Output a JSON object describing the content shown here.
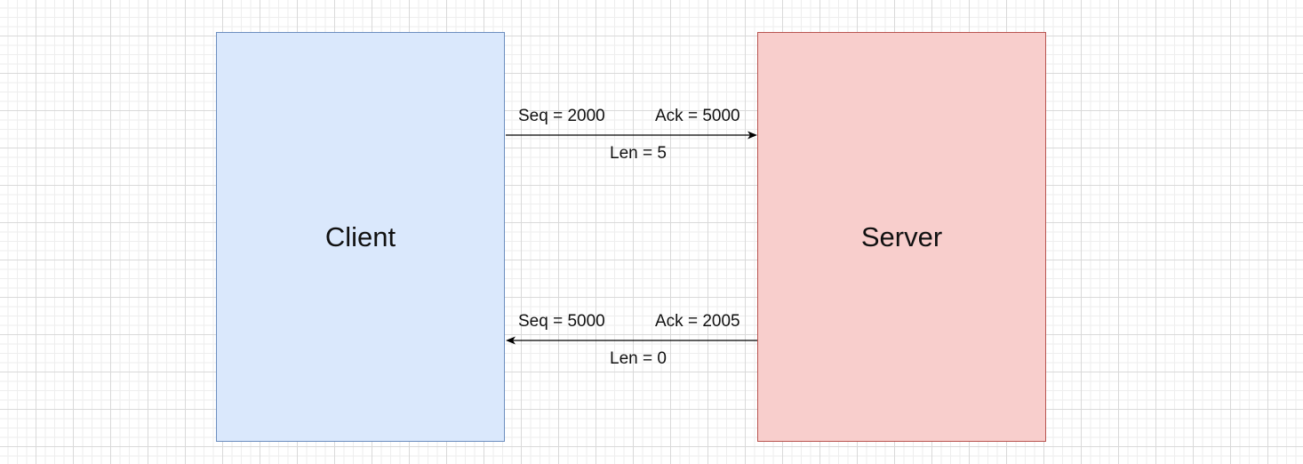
{
  "diagram": {
    "client": {
      "label": "Client",
      "fill_color": "#dae8fc",
      "stroke_color": "#6c8ebf"
    },
    "server": {
      "label": "Server",
      "fill_color": "#f8cecc",
      "stroke_color": "#b85450"
    },
    "messages": [
      {
        "direction": "client-to-server",
        "seq": "Seq = 2000",
        "ack": "Ack = 5000",
        "len": "Len = 5"
      },
      {
        "direction": "server-to-client",
        "seq": "Seq = 5000",
        "ack": "Ack = 2005",
        "len": "Len = 0"
      }
    ],
    "arrow_color": "#000000"
  }
}
